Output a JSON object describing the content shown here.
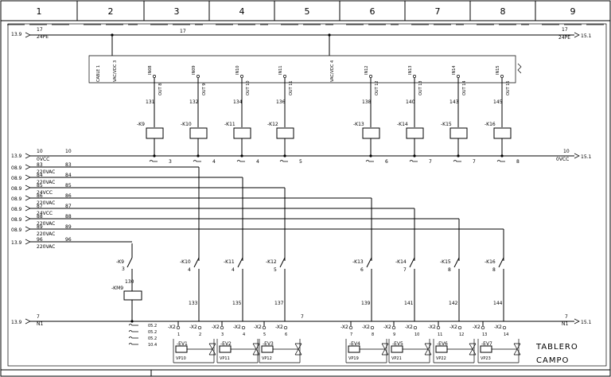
{
  "columns": [
    "1",
    "2",
    "3",
    "4",
    "5",
    "6",
    "7",
    "8",
    "9"
  ],
  "top_bus": {
    "ref_left": "13.9",
    "num": "17",
    "name": "24PE",
    "num_mid": "17",
    "ref_right": "15.1"
  },
  "sensor_supply": {
    "left": "VAC/VDC 3",
    "right": "VAC/VDC 4",
    "cable": "CABLE 1"
  },
  "inputs": [
    {
      "pin": "IN08",
      "out": "OUT 8",
      "wire": "131",
      "relay": "-K9",
      "contact": "3"
    },
    {
      "pin": "IN09",
      "out": "OUT 9",
      "wire": "132",
      "relay": "-K10",
      "contact": "4"
    },
    {
      "pin": "IN10",
      "out": "OUT 10",
      "wire": "134",
      "relay": "-K11",
      "contact": "4"
    },
    {
      "pin": "IN11",
      "out": "OUT 11",
      "wire": "136",
      "relay": "-K12",
      "contact": "5"
    },
    {
      "pin": "IN12",
      "out": "OUT 12",
      "wire": "138",
      "relay": "-K13",
      "contact": "6"
    },
    {
      "pin": "IN13",
      "out": "OUT 13",
      "wire": "140",
      "relay": "-K14",
      "contact": "7"
    },
    {
      "pin": "IN14",
      "out": "OUT 14",
      "wire": "143",
      "relay": "-K15",
      "contact": "7"
    },
    {
      "pin": "IN15",
      "out": "OUT 15",
      "wire": "145",
      "relay": "-K16",
      "contact": "8"
    }
  ],
  "dc_bus": {
    "ref_left": "13.9",
    "num": "10",
    "num2": "10",
    "name": "0VCC",
    "ref_right": "15.1",
    "num_right": "10"
  },
  "supply_rails": [
    {
      "ref": "08.9",
      "num": "83",
      "name": "220VAC",
      "wire": "83"
    },
    {
      "ref": "08.9",
      "num": "84",
      "name": "220VAC",
      "wire": "84"
    },
    {
      "ref": "08.9",
      "num": "85",
      "name": "24VCC",
      "wire": "85"
    },
    {
      "ref": "08.9",
      "num": "86",
      "name": "220VAC",
      "wire": "86"
    },
    {
      "ref": "08.9",
      "num": "87",
      "name": "24VCC",
      "wire": "87"
    },
    {
      "ref": "08.9",
      "num": "88",
      "name": "220VAC",
      "wire": "88"
    },
    {
      "ref": "08.9",
      "num": "89",
      "name": "220VAC",
      "wire": "89"
    },
    {
      "ref": "13.9",
      "num": "96",
      "name": "220VAC",
      "wire": "96"
    }
  ],
  "km": {
    "label": "-KM9",
    "wire": "130",
    "contact_relay": "-K9",
    "contact_num": "3"
  },
  "km_refs": [
    "05.2",
    "05.2",
    "05.2",
    "10.4"
  ],
  "outputs": [
    {
      "relay": "-K10",
      "num": "4",
      "wire": "133",
      "term_a": "-X2",
      "term_b": "-X2",
      "ta": "1",
      "tb": "2",
      "ev": "-EV1",
      "vp": "VP10"
    },
    {
      "relay": "-K11",
      "num": "4",
      "wire": "135",
      "term_a": "-X2",
      "term_b": "-X2",
      "ta": "3",
      "tb": "4",
      "ev": "-EV2",
      "vp": "VP11"
    },
    {
      "relay": "-K12",
      "num": "5",
      "wire": "137",
      "term_a": "-X2",
      "term_b": "-X2",
      "ta": "5",
      "tb": "6",
      "ev": "-EV3",
      "vp": "VP12"
    },
    {
      "relay": "-K13",
      "num": "6",
      "wire": "139",
      "term_a": "-X2",
      "term_b": "-X2",
      "ta": "7",
      "tb": "8",
      "ev": "-EV4",
      "vp": "VP19"
    },
    {
      "relay": "-K14",
      "num": "7",
      "wire": "141",
      "term_a": "-X2",
      "term_b": "-X2",
      "ta": "9",
      "tb": "10",
      "ev": "-EV5",
      "vp": "VP21"
    },
    {
      "relay": "-K15",
      "num": "8",
      "wire": "142",
      "term_a": "-X2",
      "term_b": "-X2",
      "ta": "11",
      "tb": "12",
      "ev": "-EV6",
      "vp": "VP22"
    },
    {
      "relay": "-K16",
      "num": "8",
      "wire": "144",
      "term_a": "-X2",
      "term_b": "-X2",
      "ta": "13",
      "tb": "14",
      "ev": "-EV7",
      "vp": "VP23"
    }
  ],
  "neutral": {
    "ref_left": "13.9",
    "num": "7",
    "name": "N1",
    "num_mid": "7",
    "ref_right": "15.1",
    "num_right": "7"
  },
  "title_block": {
    "line1": "TABLERO",
    "line2": "CAMPO"
  }
}
